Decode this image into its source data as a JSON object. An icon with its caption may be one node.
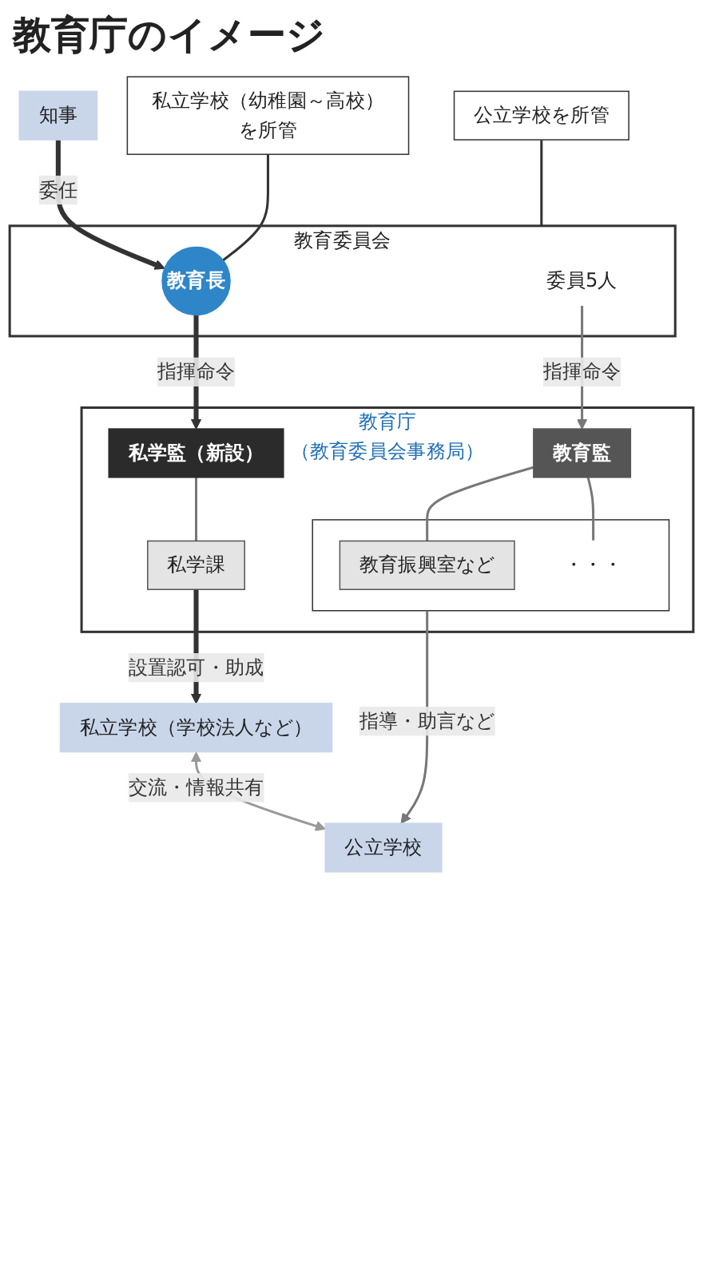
{
  "diagram": {
    "title": "教育庁のイメージ",
    "nodes": [
      {
        "text": [
          "知事"
        ]
      },
      {
        "text": [
          "教育委員会"
        ]
      },
      {
        "text": [
          "教育長"
        ],
        "in": 1
      },
      {
        "text": [
          "委員5人"
        ],
        "in": 1
      },
      {
        "text": [
          "私立学校（幼稚園～高校）を所管"
        ]
      },
      {
        "text": [
          "公立学校を所管"
        ]
      },
      {
        "text": [
          "教育庁",
          "（教育委員会事務局）"
        ]
      },
      {
        "text": [
          "私学監（新設）"
        ],
        "in": 6
      },
      {
        "text": [
          "教育監"
        ],
        "in": 6
      },
      {
        "text": [],
        "shape": "box",
        "in": 6
      },
      {
        "text": [
          "私学課"
        ],
        "in": 6
      },
      {
        "text": [
          "教育振興室など"
        ],
        "in": 9
      },
      {
        "text": [
          "・・・"
        ],
        "in": 9
      },
      {
        "text": [
          "私立学校（学校法人など）"
        ]
      },
      {
        "text": [
          "公立学校"
        ]
      }
    ],
    "edges": [
      {
        "from": 0,
        "to": 2,
        "arrow": "to",
        "label": "委任",
        "style": "thick"
      },
      {
        "from": 4,
        "to": 2,
        "arrow": "none"
      },
      {
        "from": 5,
        "to": 1,
        "arrow": "none"
      },
      {
        "from": 2,
        "to": 7,
        "arrow": "to",
        "label": "指揮命令",
        "style": "thick"
      },
      {
        "from": 3,
        "to": 8,
        "arrow": "to",
        "label": "指揮命令",
        "color": "#777777"
      },
      {
        "from": 7,
        "to": 10,
        "arrow": "none",
        "color": "#777777"
      },
      {
        "from": 8,
        "to": 11,
        "arrow": "none",
        "color": "#777777"
      },
      {
        "from": 8,
        "to": 12,
        "arrow": "none",
        "color": "#777777"
      },
      {
        "from": 10,
        "to": 13,
        "arrow": "to",
        "label": "設置認可・助成",
        "style": "thick"
      },
      {
        "from": 9,
        "to": 14,
        "arrow": "to",
        "label": "指導・助言など",
        "color": "#777777"
      },
      {
        "from": 13,
        "to": 14,
        "arrow": "both",
        "label": "交流・情報共有",
        "color": "#999999"
      }
    ]
  }
}
